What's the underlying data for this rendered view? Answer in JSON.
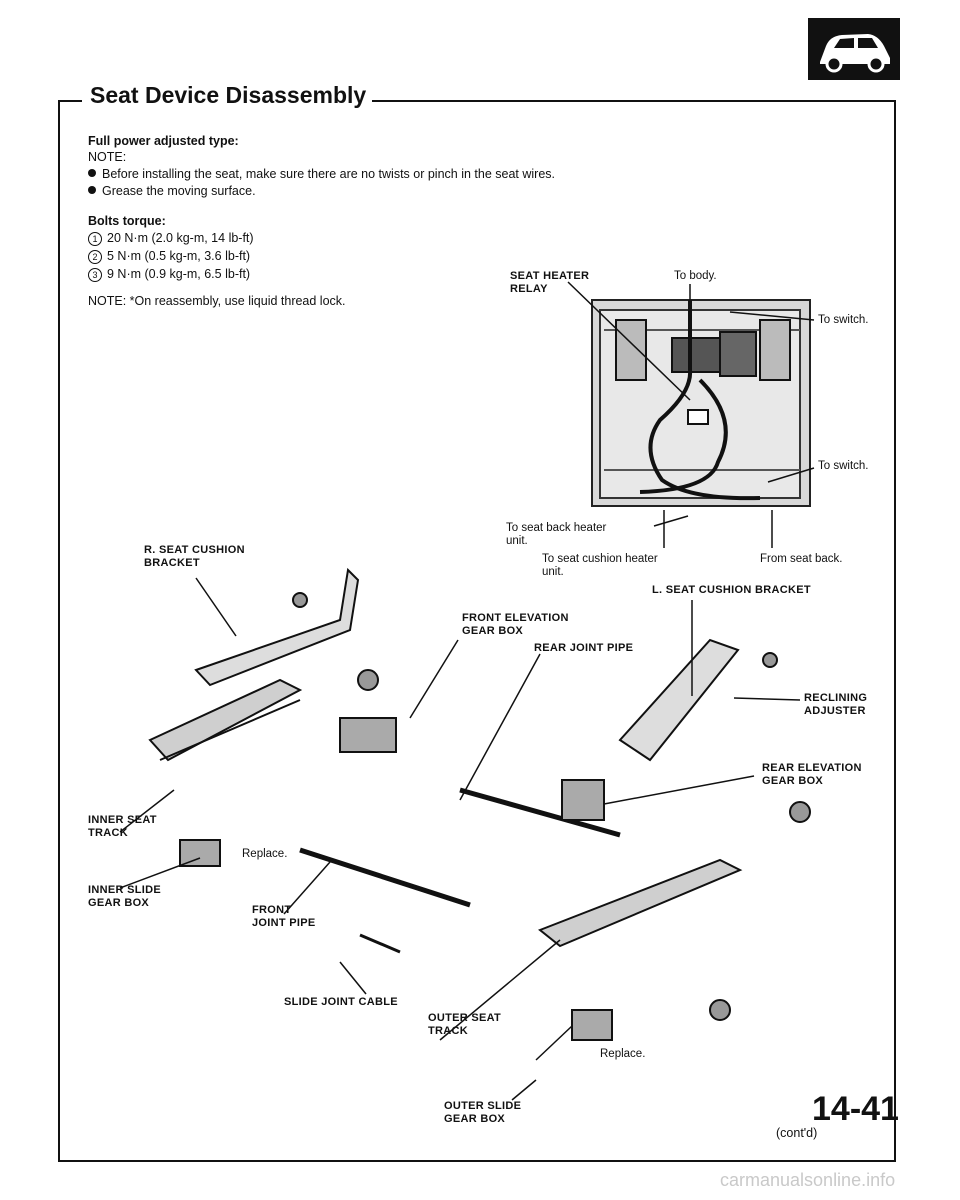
{
  "title": "Seat Device Disassembly",
  "type_label": "Full power adjusted type:",
  "note_label": "NOTE:",
  "notes": [
    "Before installing the seat, make sure there are no twists or pinch in the seat wires.",
    "Grease the moving surface."
  ],
  "torque_label": "Bolts torque:",
  "torques": [
    {
      "num": "1",
      "text": "20 N·m (2.0 kg-m, 14 lb-ft)"
    },
    {
      "num": "2",
      "text": "5 N·m (0.5 kg-m, 3.6 lb-ft)"
    },
    {
      "num": "3",
      "text": "9 N·m (0.9 kg-m, 6.5 lb-ft)"
    }
  ],
  "reassembly_note": "NOTE: *On reassembly, use liquid thread lock.",
  "labels": {
    "seat_heater_relay": "SEAT HEATER\nRELAY",
    "to_body": "To body.",
    "to_switch_1": "To switch.",
    "to_switch_2": "To switch.",
    "to_seat_back_heater": "To seat back heater\nunit.",
    "to_seat_cushion_heater": "To seat cushion heater\nunit.",
    "from_seat_back": "From seat back.",
    "r_seat_cushion_bracket": "R. SEAT CUSHION\nBRACKET",
    "l_seat_cushion_bracket": "L. SEAT CUSHION BRACKET",
    "front_elevation_gear_box": "FRONT ELEVATION\nGEAR BOX",
    "rear_joint_pipe": "REAR JOINT PIPE",
    "reclining_adjuster": "RECLINING\nADJUSTER",
    "rear_elevation_gear_box": "REAR ELEVATION\nGEAR BOX",
    "inner_seat_track": "INNER SEAT\nTRACK",
    "replace_1": "Replace.",
    "inner_slide_gear_box": "INNER SLIDE\nGEAR BOX",
    "front_joint_pipe": "FRONT\nJOINT PIPE",
    "slide_joint_cable": "SLIDE JOINT CABLE",
    "outer_seat_track": "OUTER SEAT\nTRACK",
    "replace_3": "Replace.",
    "outer_slide_gear_box": "OUTER SLIDE\nGEAR BOX"
  },
  "cont": "(cont'd)",
  "page_number": "14-41",
  "footer": "carmanualsonline.info"
}
